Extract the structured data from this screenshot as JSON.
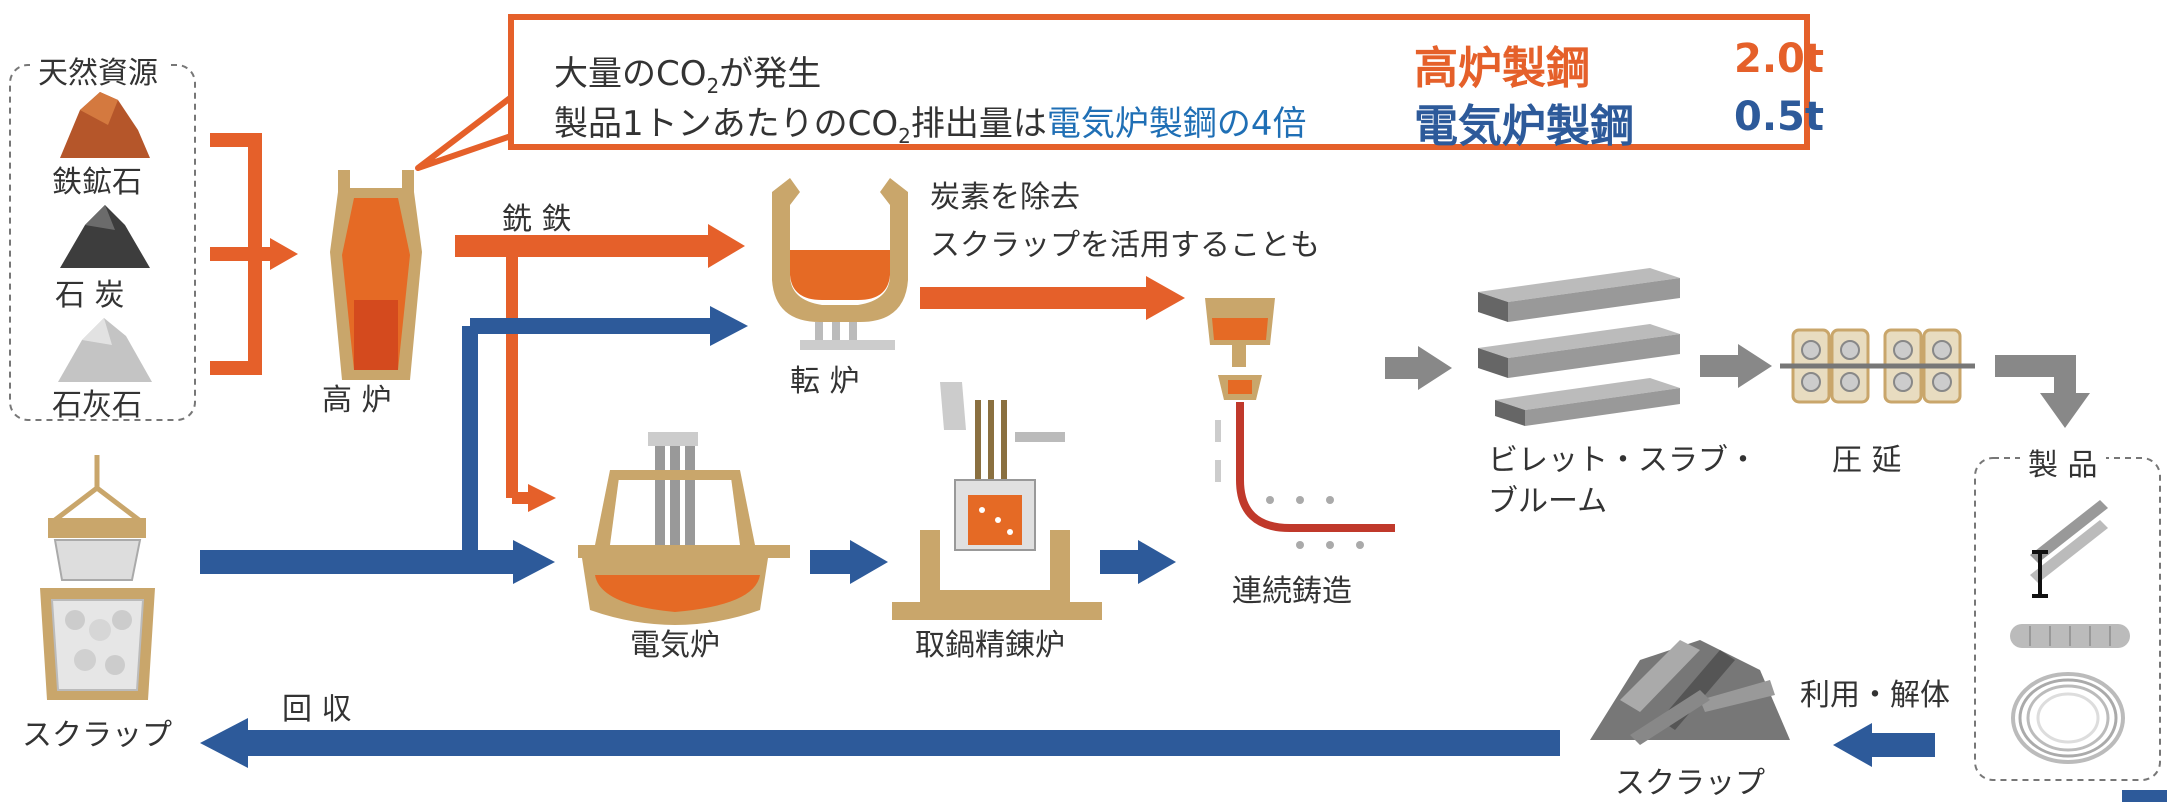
{
  "natural_resources": {
    "title": "天然資源",
    "items": [
      "鉄鉱石",
      "石 炭",
      "石灰石"
    ]
  },
  "callout": {
    "line1_prefix": "大量のCO",
    "line1_sub": "2",
    "line1_suffix": "が発生",
    "line2_prefix": "製品1トンあたりのCO",
    "line2_sub": "2",
    "line2_mid": "排出量は",
    "line2_highlight": "電気炉製鋼の4倍",
    "comparison": [
      {
        "label": "高炉製鋼",
        "value": "2.0t",
        "color": "#e5602a"
      },
      {
        "label": "電気炉製鋼",
        "value": "0.5t",
        "color": "#2d5a9a"
      }
    ]
  },
  "labels": {
    "blast_furnace": "高 炉",
    "pig_iron": "銑 鉄",
    "converter": "転 炉",
    "carbon_removal": "炭素を除去",
    "scrap_use": "スクラップを活用することも",
    "continuous_casting": "連続鋳造",
    "billet": "ビレット・スラブ・",
    "bloom": "ブルーム",
    "rolling": "圧 延",
    "products": "製 品",
    "use_dismantle": "利用・解体",
    "scrap_pile": "スクラップ",
    "recovery": "回 収",
    "scrap_bucket": "スクラップ",
    "electric_furnace": "電気炉",
    "ladle_furnace": "取鍋精錬炉"
  },
  "colors": {
    "blast_route": "#e5602a",
    "electric_route": "#2d5a9a",
    "equipment": "#c9a66b",
    "molten": "#e56a25",
    "gray": "#888888"
  }
}
